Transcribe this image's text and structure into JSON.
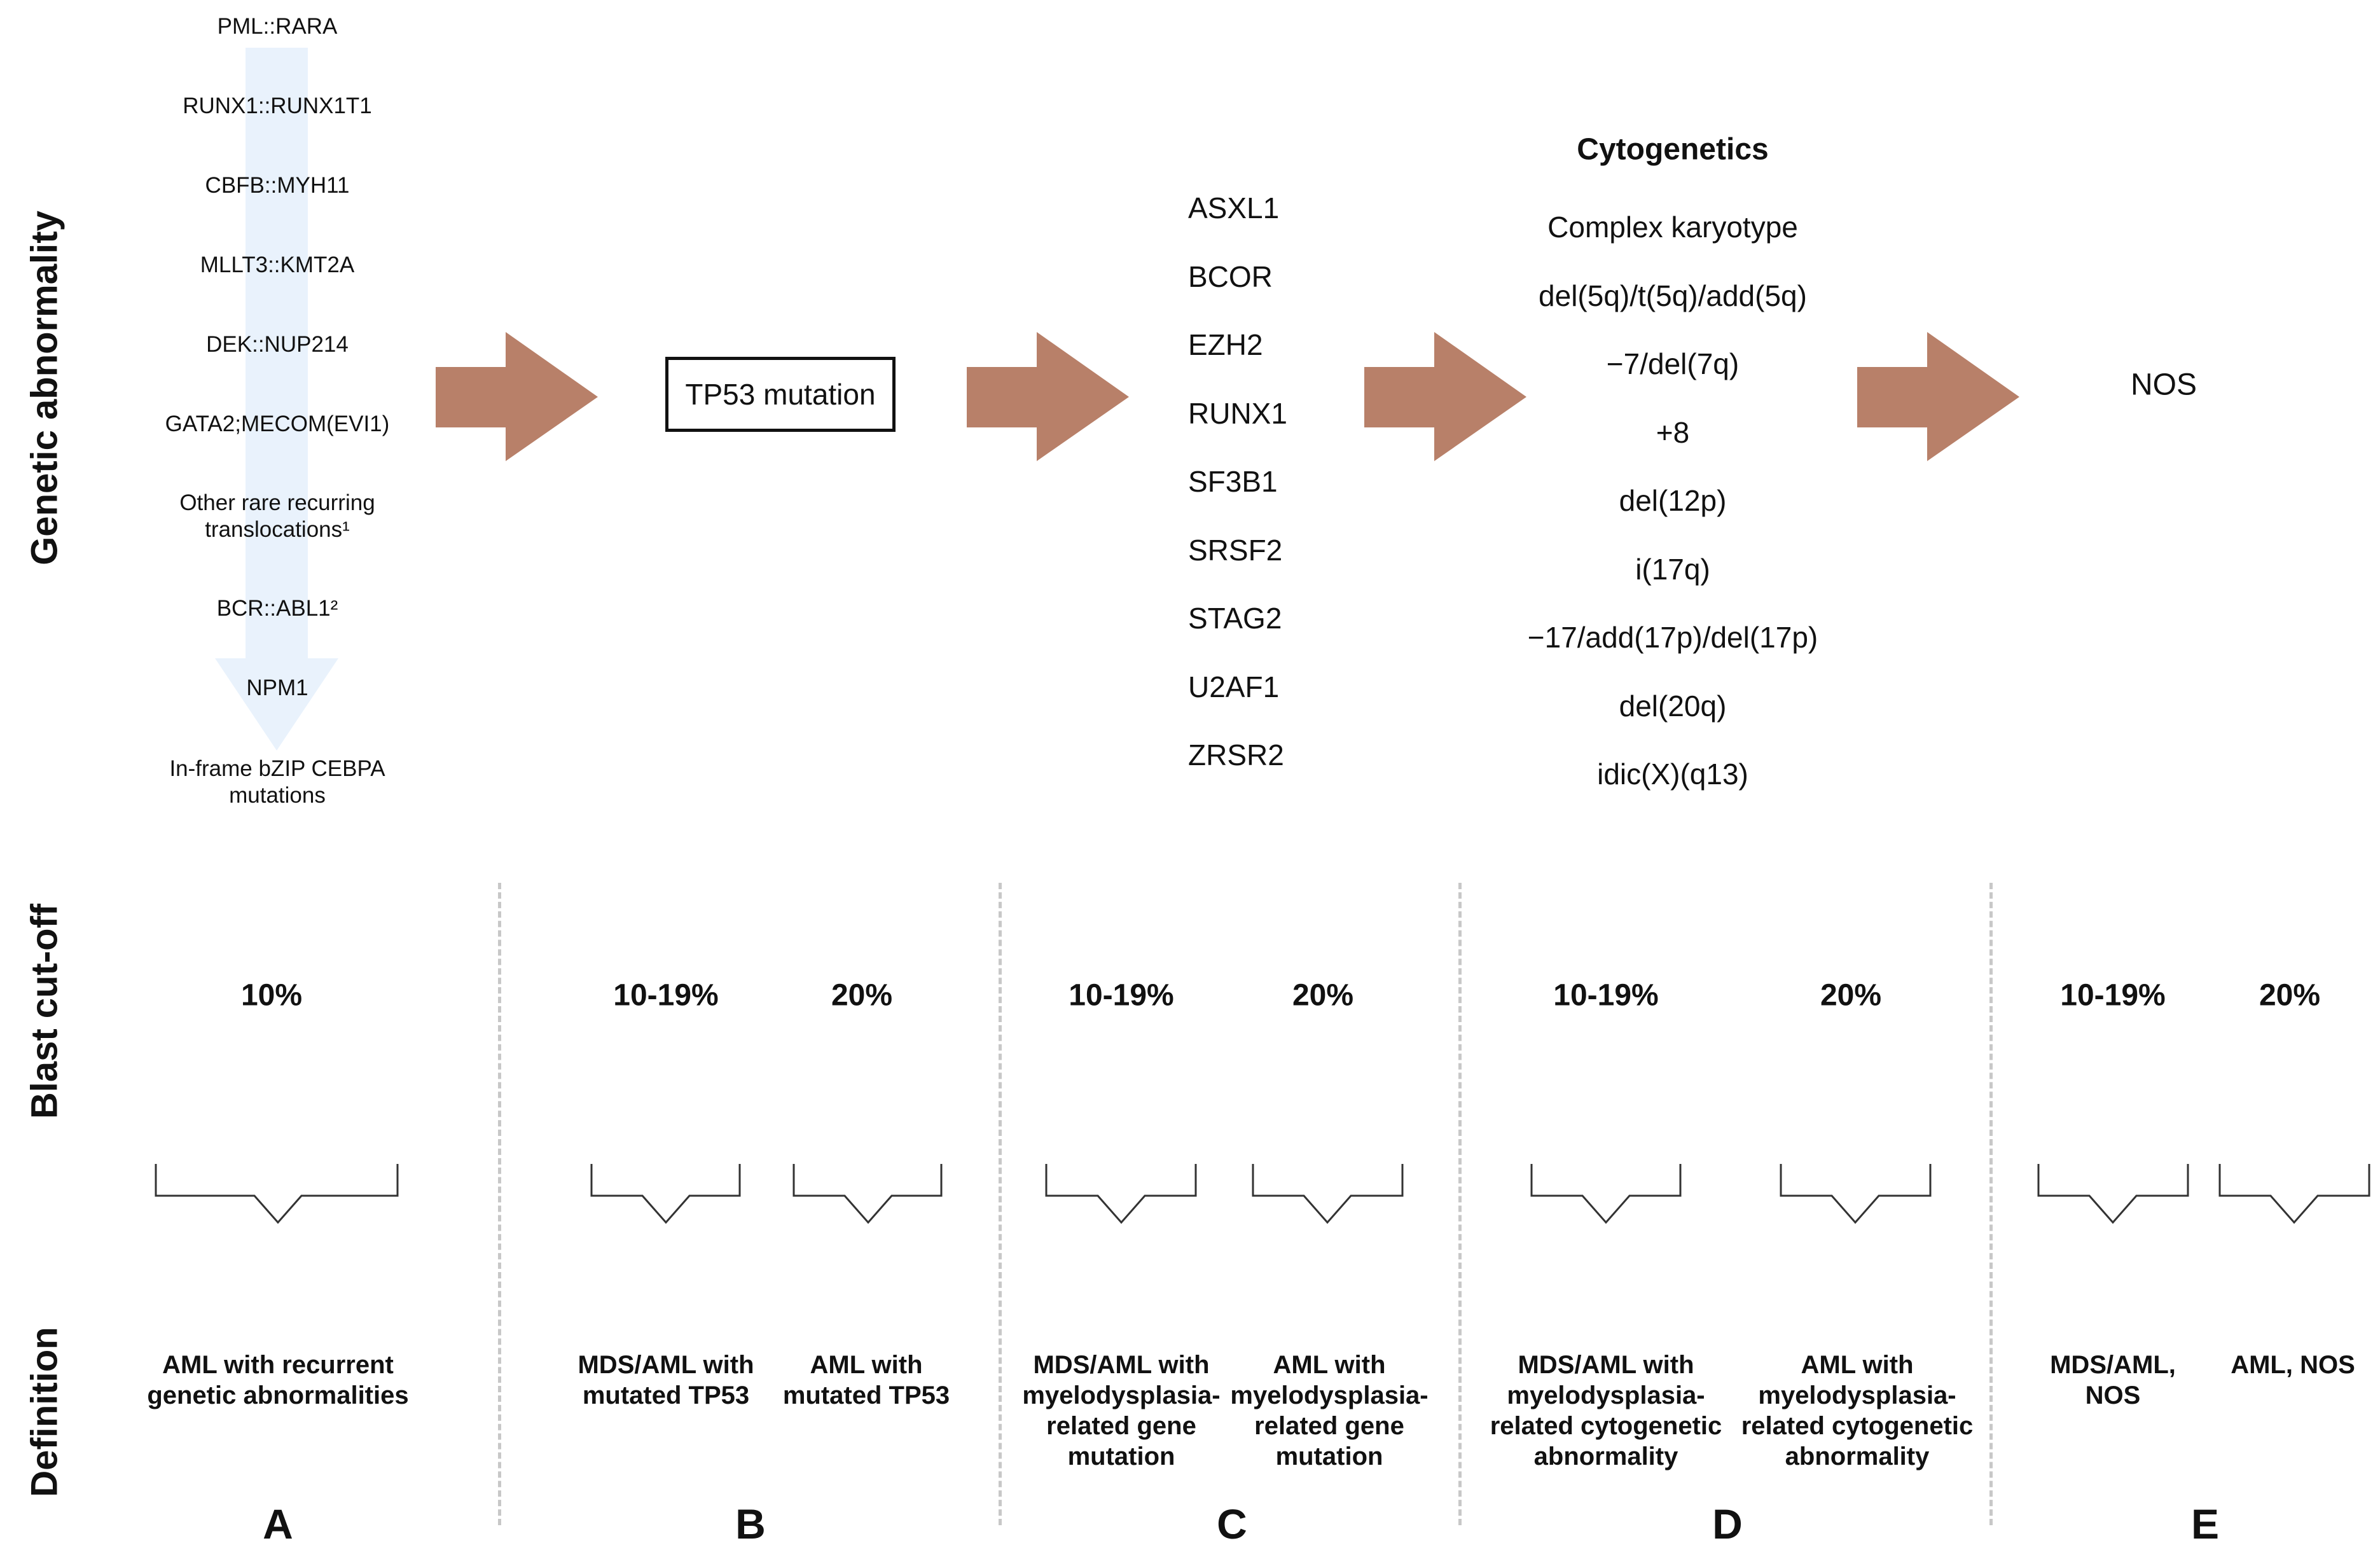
{
  "row_labels": {
    "genetic": "Genetic abnormality",
    "blast": "Blast cut-off",
    "definition": "Definition"
  },
  "section_a": {
    "genes": [
      "PML::RARA",
      "RUNX1::RUNX1T1",
      "CBFB::MYH11",
      "MLLT3::KMT2A",
      "DEK::NUP214",
      "GATA2;MECOM(EVI1)",
      "Other rare recurring translocations¹",
      "BCR::ABL1²",
      "NPM1",
      "In-frame bZIP CEBPA mutations"
    ]
  },
  "section_b": {
    "box_label": "TP53 mutation"
  },
  "section_c": {
    "genes": [
      "ASXL1",
      "BCOR",
      "EZH2",
      "RUNX1",
      "SF3B1",
      "SRSF2",
      "STAG2",
      "U2AF1",
      "ZRSR2"
    ]
  },
  "section_d": {
    "heading": "Cytogenetics",
    "items": [
      "Complex karyotype",
      "del(5q)/t(5q)/add(5q)",
      "−7/del(7q)",
      "+8",
      "del(12p)",
      "i(17q)",
      "−17/add(17p)/del(17p)",
      "del(20q)",
      "idic(X)(q13)"
    ]
  },
  "section_e": {
    "label": "NOS"
  },
  "blast_cutoffs": [
    {
      "value": "10%"
    },
    {
      "value": "10-19%"
    },
    {
      "value": "20%"
    },
    {
      "value": "10-19%"
    },
    {
      "value": "20%"
    },
    {
      "value": "10-19%"
    },
    {
      "value": "20%"
    },
    {
      "value": "10-19%"
    },
    {
      "value": "20%"
    }
  ],
  "definitions": [
    "AML with recurrent genetic abnormalities",
    "MDS/AML with mutated TP53",
    "AML with mutated TP53",
    "MDS/AML with myelodysplasia-related gene mutation",
    "AML with myelodysplasia-related gene mutation",
    "MDS/AML with myelodysplasia-related cytogenetic abnormality",
    "AML with myelodysplasia-related cytogenetic abnormality",
    "MDS/AML, NOS",
    "AML, NOS"
  ],
  "letters": [
    "A",
    "B",
    "C",
    "D",
    "E"
  ],
  "colors": {
    "arrow": "#b88069",
    "hierarchy_arrow": "#e9f2fc",
    "divider": "#c8c8c8",
    "bracket": "#333333"
  }
}
